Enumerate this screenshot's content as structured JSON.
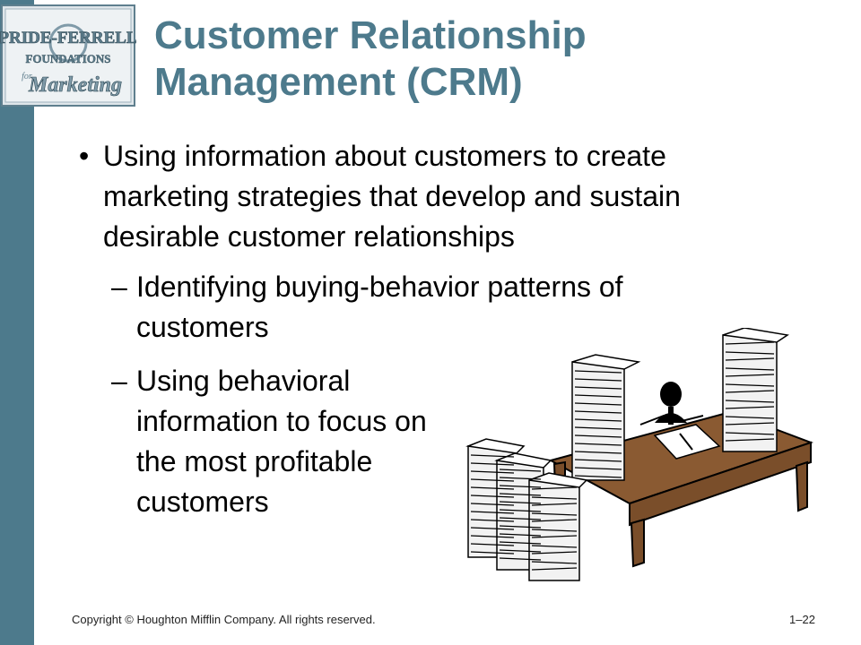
{
  "logo": {
    "line1": "PRIDE-FERRELL",
    "line2": "FOUNDATIONS",
    "line3": "for",
    "line4": "Marketing"
  },
  "title": {
    "line1": "Customer Relationship",
    "line2": "Management (CRM)"
  },
  "bullets": [
    {
      "mark": "•",
      "text": "Using information about customers to create marketing strategies that develop and sustain desirable customer relationships",
      "subitems": [
        {
          "mark": "–",
          "text": "Identifying buying-behavior patterns of customers"
        },
        {
          "mark": "–",
          "text": "Using behavioral information to focus on the most profitable customers"
        }
      ]
    }
  ],
  "footer": {
    "copyright": "Copyright © Houghton Mifflin Company. All rights reserved.",
    "page_number": "1–22"
  },
  "colors": {
    "accent": "#4d7a8c",
    "desk": "#8a5a32",
    "paper": "#f2f2f2"
  },
  "icons": {
    "logo": "pride-ferrell-foundations-logo",
    "illustration": "person-at-desk-with-paper-stacks"
  }
}
